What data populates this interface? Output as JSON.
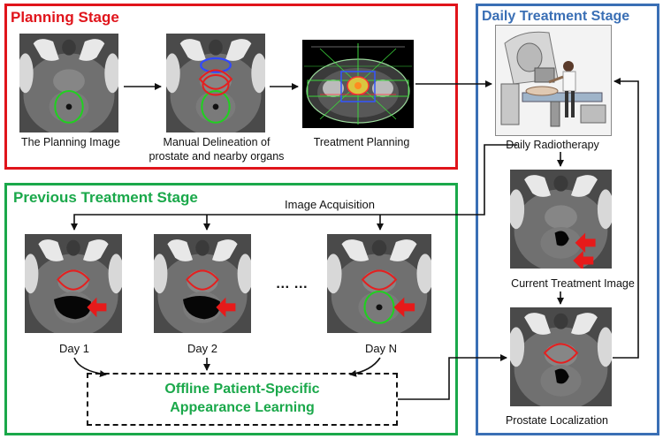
{
  "colors": {
    "planning": "#e0141b",
    "previous": "#1aa84a",
    "daily": "#3a6fb5",
    "learning_text": "#1aa84a"
  },
  "planning_stage": {
    "title": "Planning Stage",
    "planning_image_label": "The Planning Image",
    "delineation_label_line1": "Manual Delineation of",
    "delineation_label_line2": "prostate and nearby organs",
    "treatment_planning_label": "Treatment Planning"
  },
  "daily_stage": {
    "title": "Daily Treatment Stage",
    "radiotherapy_label": "Daily Radiotherapy",
    "current_image_label": "Current Treatment Image",
    "localization_label": "Prostate Localization"
  },
  "previous_stage": {
    "title": "Previous Treatment Stage",
    "acquisition_label": "Image Acquisition",
    "days": [
      "Day 1",
      "Day 2",
      "Day N"
    ],
    "ellipsis": "… …",
    "learning_line1": "Offline Patient-Specific",
    "learning_line2": "Appearance Learning"
  },
  "icons": [
    "ct-slice-image",
    "treatment-plan-image",
    "linac-machine-image"
  ]
}
